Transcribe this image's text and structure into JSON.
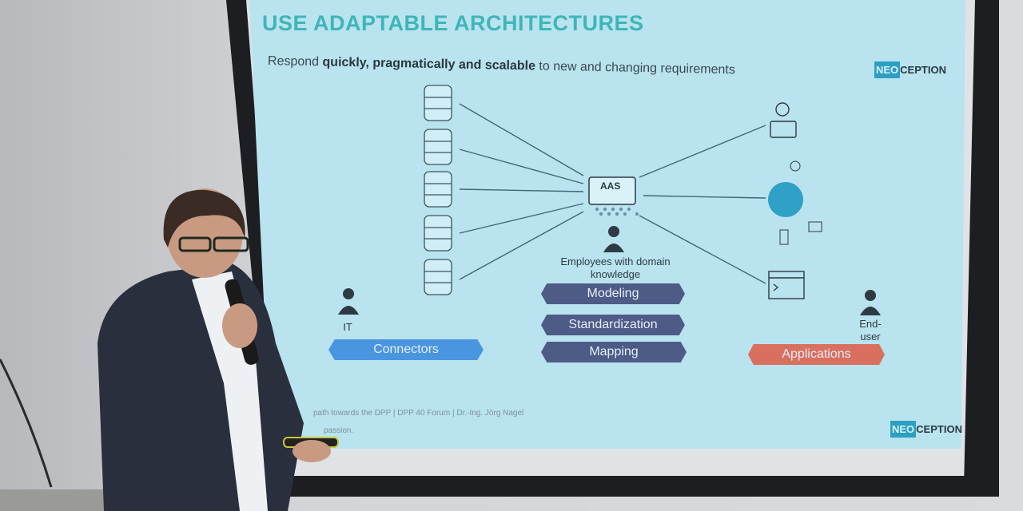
{
  "slide": {
    "title": "USE ADAPTABLE ARCHITECTURES",
    "subtitle_pre": "Respond ",
    "subtitle_bold": "quickly, pragmatically and scalable",
    "subtitle_post": " to new and changing requirements",
    "logo_neo": "NEO",
    "logo_rest": "CEPTION",
    "center_label": "AAS",
    "employees_label": "Employees with domain knowledge",
    "it_label": "IT",
    "enduser_label": "End-user",
    "pills": {
      "connectors": "Connectors",
      "modeling": "Modeling",
      "standardization": "Standardization",
      "mapping": "Mapping",
      "applications": "Applications"
    },
    "footer_line1": "path towards the DPP | DPP 40 Forum | Dr.-Ing. Jörg Nagel",
    "footer_line2": "passion.",
    "colors": {
      "connectors": "#4a95e0",
      "center_pills": "#4d5b86",
      "applications": "#d9705f",
      "title": "#3eb6b8"
    }
  }
}
